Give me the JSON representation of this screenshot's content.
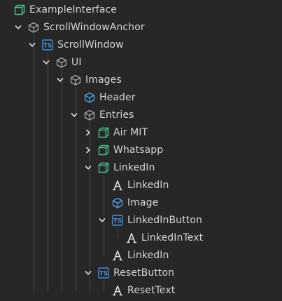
{
  "colors": {
    "background": "#272727",
    "text": "#d4d4d4",
    "guide": "#4a4a4a",
    "entity_icon": "#49c38a",
    "script_icon": "#3f8fe0",
    "container_icon": "#a6a6a6",
    "image_icon": "#4ea3e8",
    "text_icon": "#e6e6e6",
    "chevron": "#d0d0d0"
  },
  "rows": [
    {
      "label": "ExampleInterface",
      "depth": 0,
      "icon": "entity-icon",
      "arrow": "none"
    },
    {
      "label": "ScrollWindowAnchor",
      "depth": 1,
      "icon": "container-icon",
      "arrow": "expanded"
    },
    {
      "label": "ScrollWindow",
      "depth": 2,
      "icon": "script-icon",
      "arrow": "expanded"
    },
    {
      "label": "UI",
      "depth": 3,
      "icon": "container-icon",
      "arrow": "expanded"
    },
    {
      "label": "Images",
      "depth": 4,
      "icon": "container-icon",
      "arrow": "expanded"
    },
    {
      "label": "Header",
      "depth": 5,
      "icon": "image-icon",
      "arrow": "none"
    },
    {
      "label": "Entries",
      "depth": 5,
      "icon": "container-icon",
      "arrow": "expanded"
    },
    {
      "label": "Air MIT",
      "depth": 6,
      "icon": "entity-icon",
      "arrow": "collapsed"
    },
    {
      "label": "Whatsapp",
      "depth": 6,
      "icon": "entity-icon",
      "arrow": "collapsed"
    },
    {
      "label": "LinkedIn",
      "depth": 6,
      "icon": "entity-icon",
      "arrow": "expanded"
    },
    {
      "label": "LinkedIn",
      "depth": 7,
      "icon": "text-icon",
      "arrow": "none"
    },
    {
      "label": "Image",
      "depth": 7,
      "icon": "image-icon",
      "arrow": "none"
    },
    {
      "label": "LinkedInButton",
      "depth": 7,
      "icon": "script-icon",
      "arrow": "expanded"
    },
    {
      "label": "LinkedInText",
      "depth": 8,
      "icon": "text-icon",
      "arrow": "none"
    },
    {
      "label": "LinkedIn",
      "depth": 7,
      "icon": "text-icon",
      "arrow": "none"
    },
    {
      "label": "ResetButton",
      "depth": 6,
      "icon": "script-icon",
      "arrow": "expanded"
    },
    {
      "label": "ResetText",
      "depth": 7,
      "icon": "text-icon",
      "arrow": "none"
    }
  ]
}
